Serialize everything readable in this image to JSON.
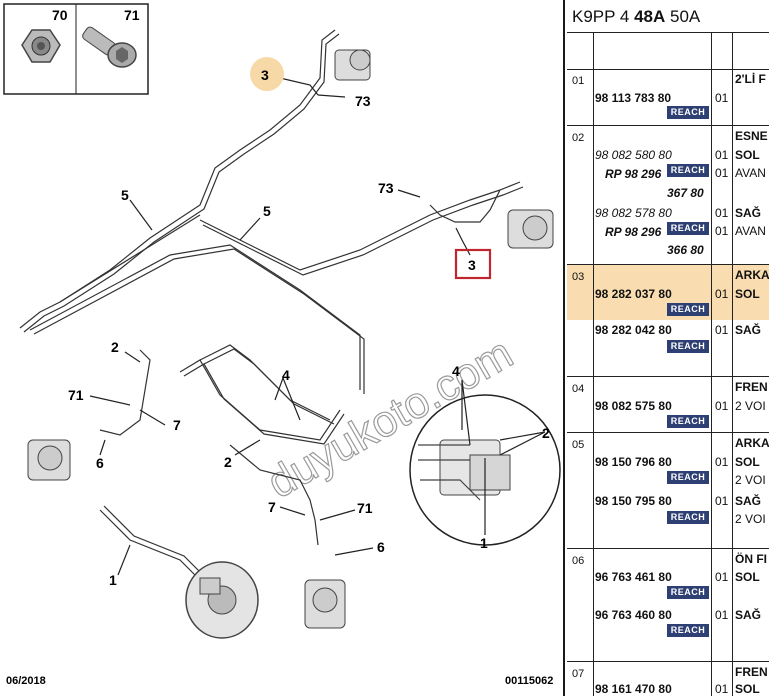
{
  "diagram": {
    "callouts": {
      "c70": "70",
      "c71": "71",
      "c3_top": "3",
      "c73_top": "73",
      "c5_left": "5",
      "c5_mid": "5",
      "c73_right": "73",
      "c3_right": "3",
      "c2_a": "2",
      "c71_a": "71",
      "c7_a": "7",
      "c6_a": "6",
      "c4_mid": "4",
      "c2_mid": "2",
      "c4_zoom": "4",
      "c2_zoom": "2",
      "c1_zoom": "1",
      "c7_b": "7",
      "c71_b": "71",
      "c6_b": "6",
      "c1_b": "1"
    },
    "watermark": "duyukoto.com",
    "footer_date": "06/2018",
    "footer_ref": "00115062"
  },
  "panel": {
    "title_prefix": "K9PP 4 ",
    "title_bold": "48A",
    "title_suffix": " 50A",
    "groups": [
      {
        "num": "01",
        "parts": [
          {
            "ref": "98 113 783 80",
            "qty": "01"
          }
        ],
        "desc": [
          "2'Lİ F"
        ]
      },
      {
        "num": "02",
        "rows": [
          {
            "ref": "98 082 580 80",
            "qty": "01",
            "desc": "SOL"
          },
          {
            "ref": "RP 98 296",
            "qty": "01",
            "desc": "AVAN"
          },
          {
            "ref": "367 80"
          },
          {
            "ref": "98 082 578 80",
            "qty": "01",
            "desc": "SAĞ"
          },
          {
            "ref": "RP 98 296",
            "qty": "01",
            "desc": "AVAN"
          },
          {
            "ref": "366 80"
          }
        ],
        "desc_head": "ESNE"
      },
      {
        "num": "03",
        "desc_head": "ARKA",
        "rows": [
          {
            "ref": "98 282 037 80",
            "qty": "01",
            "desc": "SOL"
          },
          {
            "ref": "98 282 042 80",
            "qty": "01",
            "desc": "SAĞ"
          }
        ]
      },
      {
        "num": "04",
        "desc_head": "FREN",
        "rows": [
          {
            "ref": "98 082 575 80",
            "qty": "01",
            "desc": "2 VOI"
          }
        ]
      },
      {
        "num": "05",
        "desc_head": "ARKA",
        "rows": [
          {
            "ref": "98 150 796 80",
            "qty": "01",
            "desc": "SOL",
            "sub": "2 VOI"
          },
          {
            "ref": "98 150 795 80",
            "qty": "01",
            "desc": "SAĞ",
            "sub": "2 VOI"
          }
        ]
      },
      {
        "num": "06",
        "desc_head": "ÖN FI",
        "rows": [
          {
            "ref": "96 763 461 80",
            "qty": "01",
            "desc": "SOL"
          },
          {
            "ref": "96 763 460 80",
            "qty": "01",
            "desc": "SAĞ"
          }
        ]
      },
      {
        "num": "07",
        "desc_head": "FREN",
        "rows": [
          {
            "ref": "98 161 470 80",
            "qty": "01",
            "desc": "SOL"
          }
        ]
      }
    ],
    "reach_label": "REACH"
  }
}
